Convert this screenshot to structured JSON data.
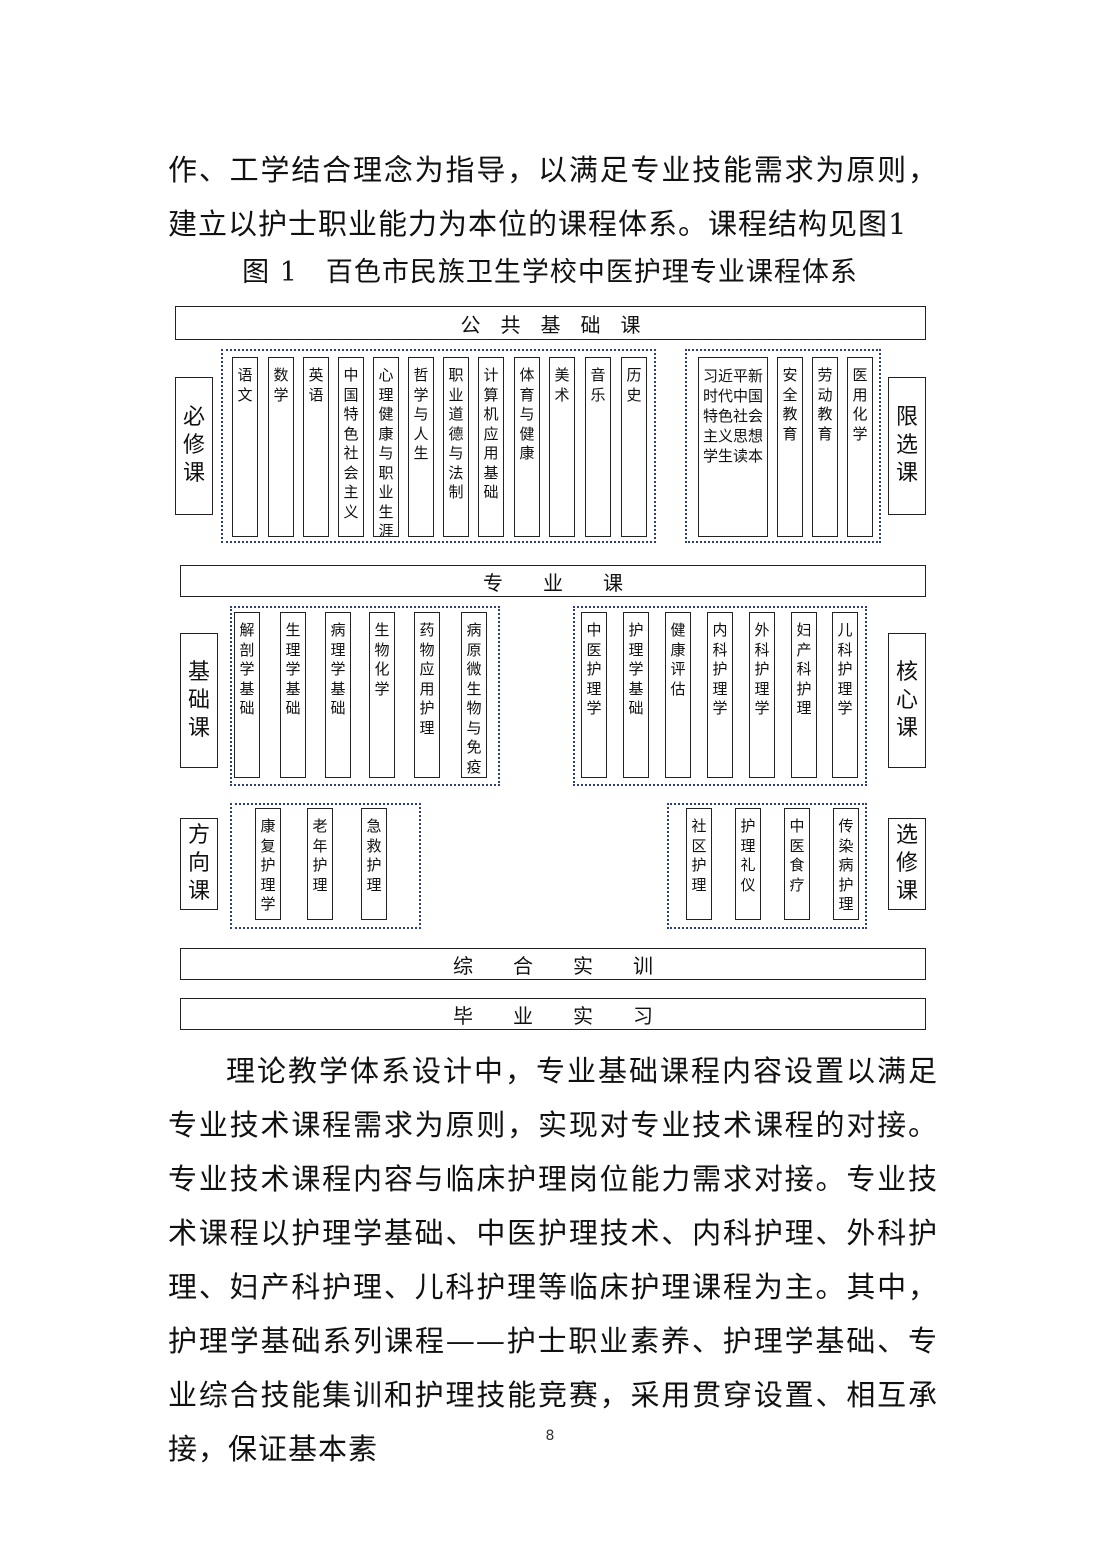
{
  "intro_text": "作、工学结合理念为指导，以满足专业技能需求为原则，建立以护士职业能力为本位的课程体系。课程结构见图1",
  "figure": {
    "caption": "图 1　百色市民族卫生学校中医护理专业课程体系",
    "bars": {
      "public_basic": "公　共　基　础　课",
      "professional": "专　　业　　课",
      "comprehensive_training": "综　　合　　实　　训",
      "graduation_internship": "毕　　业　　实　　习"
    },
    "side_labels": {
      "required": "必修课",
      "limited_elective": "限选课",
      "foundation": "基础课",
      "core": "核心课",
      "direction": "方向课",
      "elective": "选修课"
    },
    "required_courses": [
      "语文",
      "数学",
      "英语",
      "中国特色社会主义",
      "心理健康与职业生涯",
      "哲学与人生",
      "职业道德与法制",
      "计算机应用基础",
      "体育与健康",
      "美术",
      "音乐",
      "历史"
    ],
    "limited_elective_courses": [
      "习近平新时代中国特色社会主义思想学生读本",
      "安全教育",
      "劳动教育",
      "医用化学"
    ],
    "foundation_courses": [
      "解剖学基础",
      "生理学基础",
      "病理学基础",
      "生物化学",
      "药物应用护理",
      "病原微生物与免疫"
    ],
    "core_courses": [
      "中医护理学",
      "护理学基础",
      "健康评估",
      "内科护理学",
      "外科护理学",
      "妇产科护理",
      "儿科护理学"
    ],
    "direction_courses": [
      "康复护理学",
      "老年护理",
      "急救护理"
    ],
    "elective_courses": [
      "社区护理",
      "护理礼仪",
      "中医食疗",
      "传染病护理"
    ]
  },
  "body_text": "理论教学体系设计中，专业基础课程内容设置以满足专业技术课程需求为原则，实现对专业技术课程的对接。专业技术课程内容与临床护理岗位能力需求对接。专业技术课程以护理学基础、中医护理技术、内科护理、外科护理、妇产科护理、儿科护理等临床护理课程为主。其中，护理学基础系列课程——护士职业素养、护理学基础、专业综合技能集训和护理技能竞赛，采用贯穿设置、相互承接，保证基本素",
  "page_number": "8"
}
